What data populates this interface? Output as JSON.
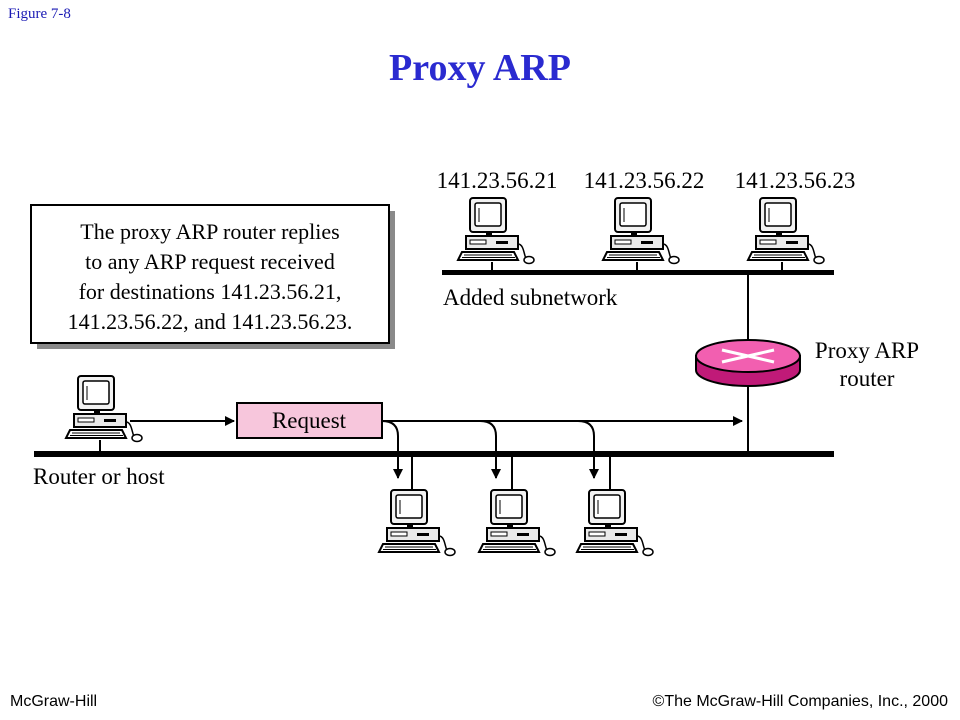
{
  "header": {
    "figure_label": "Figure 7-8",
    "title": "Proxy ARP"
  },
  "diagram": {
    "note_lines": [
      "The proxy ARP router replies",
      "to any ARP request received",
      "for destinations 141.23.56.21,",
      "141.23.56.22, and 141.23.56.23."
    ],
    "subnet_addresses": [
      "141.23.56.21",
      "141.23.56.22",
      "141.23.56.23"
    ],
    "subnet_label": "Added subnetwork",
    "router_label_line1": "Proxy ARP",
    "router_label_line2": "router",
    "request_label": "Request",
    "host_label": "Router or host",
    "colors": {
      "request_box": "#f7c6dc",
      "router_top": "#f25fb0",
      "router_side": "#c01a78"
    }
  },
  "footer": {
    "left": "McGraw-Hill",
    "right": "©The McGraw-Hill Companies, Inc., 2000"
  }
}
